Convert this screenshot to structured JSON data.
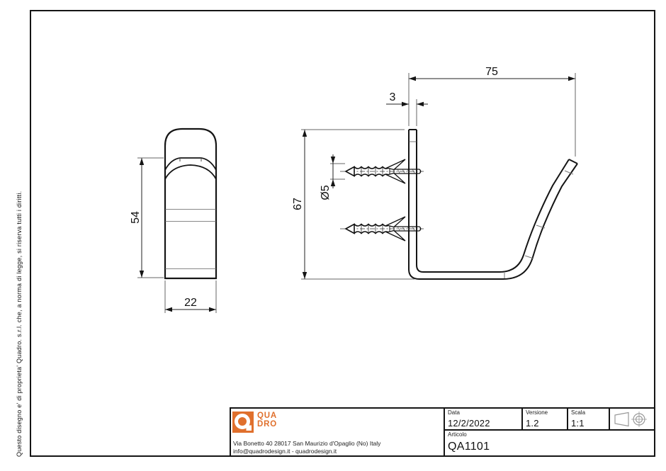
{
  "page": {
    "copyright": "Questo disegno e' di proprieta' Quadro. s.r.l. che, a norma di legge, si riserva tutti i diritti."
  },
  "drawing": {
    "front_view": {
      "height": "54",
      "width": "22"
    },
    "side_view": {
      "depth": "75",
      "plate_thickness": "3",
      "height": "67",
      "screw_diameter": "Ø5"
    }
  },
  "title_block": {
    "brand": {
      "initial": "Q",
      "name_line1": "QUA",
      "name_line2": "DRO",
      "accent_color": "#e0702d"
    },
    "address_line1": "Via Bonetto 40  28017 San Maurizio d'Opaglio (No) Italy",
    "address_line2": "info@quadrodesign.it  -  quadrodesign.it",
    "fields": {
      "data": {
        "label": "Data",
        "value": "12/2/2022"
      },
      "versione": {
        "label": "Versione",
        "value": "1.2"
      },
      "scala": {
        "label": "Scala",
        "value": "1:1"
      },
      "articolo": {
        "label": "Articolo",
        "value": "QA1101"
      }
    },
    "projection_symbol": "first-angle-projection-icon"
  }
}
